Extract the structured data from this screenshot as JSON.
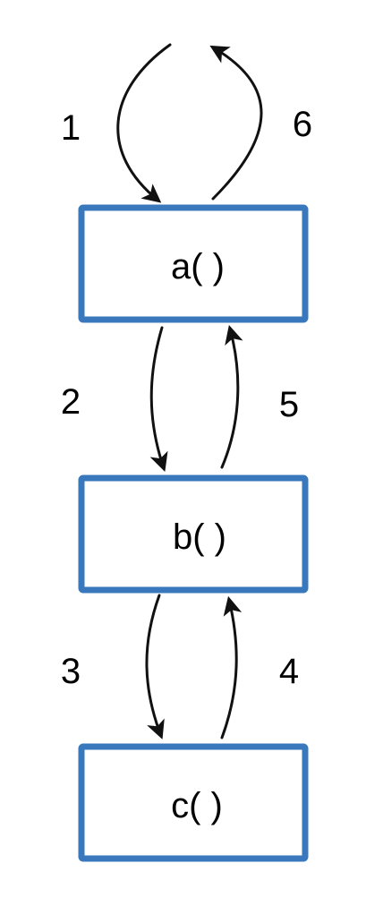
{
  "colors": {
    "box_stroke": "#3a78bd",
    "arrow": "#111111"
  },
  "nodes": [
    {
      "id": "a",
      "label": "a( )"
    },
    {
      "id": "b",
      "label": "b( )"
    },
    {
      "id": "c",
      "label": "c( )"
    }
  ],
  "steps": [
    {
      "number": "1",
      "from": "caller",
      "to": "a"
    },
    {
      "number": "2",
      "from": "a",
      "to": "b"
    },
    {
      "number": "3",
      "from": "b",
      "to": "c"
    },
    {
      "number": "4",
      "from": "c",
      "to": "b"
    },
    {
      "number": "5",
      "from": "b",
      "to": "a"
    },
    {
      "number": "6",
      "from": "a",
      "to": "caller"
    }
  ]
}
